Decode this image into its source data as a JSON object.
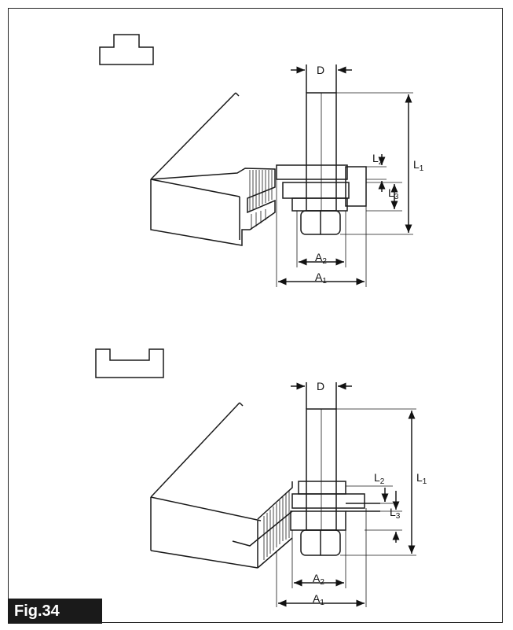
{
  "figure": {
    "label": "Fig.34"
  },
  "top_diagram": {
    "dims": {
      "D": "D",
      "L1": "L",
      "L1_sub": "1",
      "L2": "L",
      "L2_sub": "2",
      "L3": "L",
      "L3_sub": "3",
      "A1": "A",
      "A1_sub": "1",
      "A2": "A",
      "A2_sub": "2"
    }
  },
  "bottom_diagram": {
    "dims": {
      "D": "D",
      "L1": "L",
      "L1_sub": "1",
      "L2": "L",
      "L2_sub": "2",
      "L3": "L",
      "L3_sub": "3",
      "A1": "A",
      "A1_sub": "1",
      "A2": "A",
      "A2_sub": "2"
    }
  },
  "colors": {
    "line": "#1a1a1a",
    "label_bg": "#1a1a1a",
    "label_text": "#ffffff"
  }
}
